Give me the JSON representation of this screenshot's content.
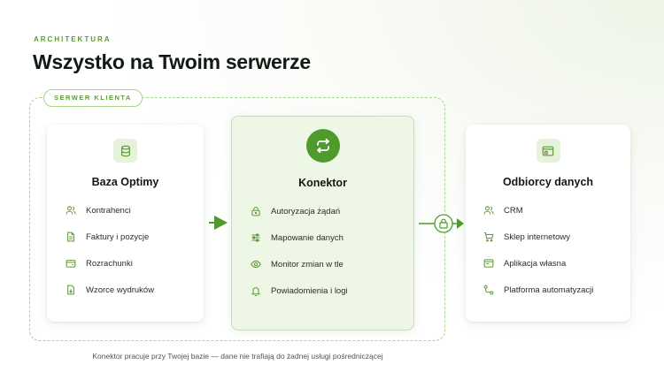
{
  "header": {
    "eyebrow": "ARCHITEKTURA",
    "title": "Wszystko na Twoim serwerze"
  },
  "frame": {
    "label": "SERWER KLIENTA"
  },
  "cards": {
    "database": {
      "icon": "database-icon",
      "title": "Baza Optimy",
      "items": [
        {
          "icon": "users-icon",
          "label": "Kontrahenci"
        },
        {
          "icon": "document-icon",
          "label": "Faktury i pozycje"
        },
        {
          "icon": "wallet-icon",
          "label": "Rozrachunki"
        },
        {
          "icon": "file-download-icon",
          "label": "Wzorce wydruków"
        }
      ]
    },
    "connector": {
      "icon": "sync-icon",
      "title": "Konektor",
      "items": [
        {
          "icon": "lock-icon",
          "label": "Autoryzacja żądań"
        },
        {
          "icon": "sliders-icon",
          "label": "Mapowanie danych"
        },
        {
          "icon": "eye-icon",
          "label": "Monitor zmian w tle"
        },
        {
          "icon": "bell-icon",
          "label": "Powiadomienia i logi"
        }
      ]
    },
    "receivers": {
      "icon": "window-icon",
      "title": "Odbiorcy danych",
      "items": [
        {
          "icon": "users-icon",
          "label": "CRM"
        },
        {
          "icon": "cart-icon",
          "label": "Sklep internetowy"
        },
        {
          "icon": "app-window-icon",
          "label": "Aplikacja własna"
        },
        {
          "icon": "workflow-icon",
          "label": "Platforma automatyzacji"
        }
      ]
    }
  },
  "caption": "Konektor pracuje przy Twojej bazie — dane nie trafiają do żadnej usługi pośredniczącej",
  "colors": {
    "accent": "#4e9a2c",
    "accent_light": "#e7f2dc",
    "border_dashed": "#a9d68a",
    "text": "#111a14"
  }
}
